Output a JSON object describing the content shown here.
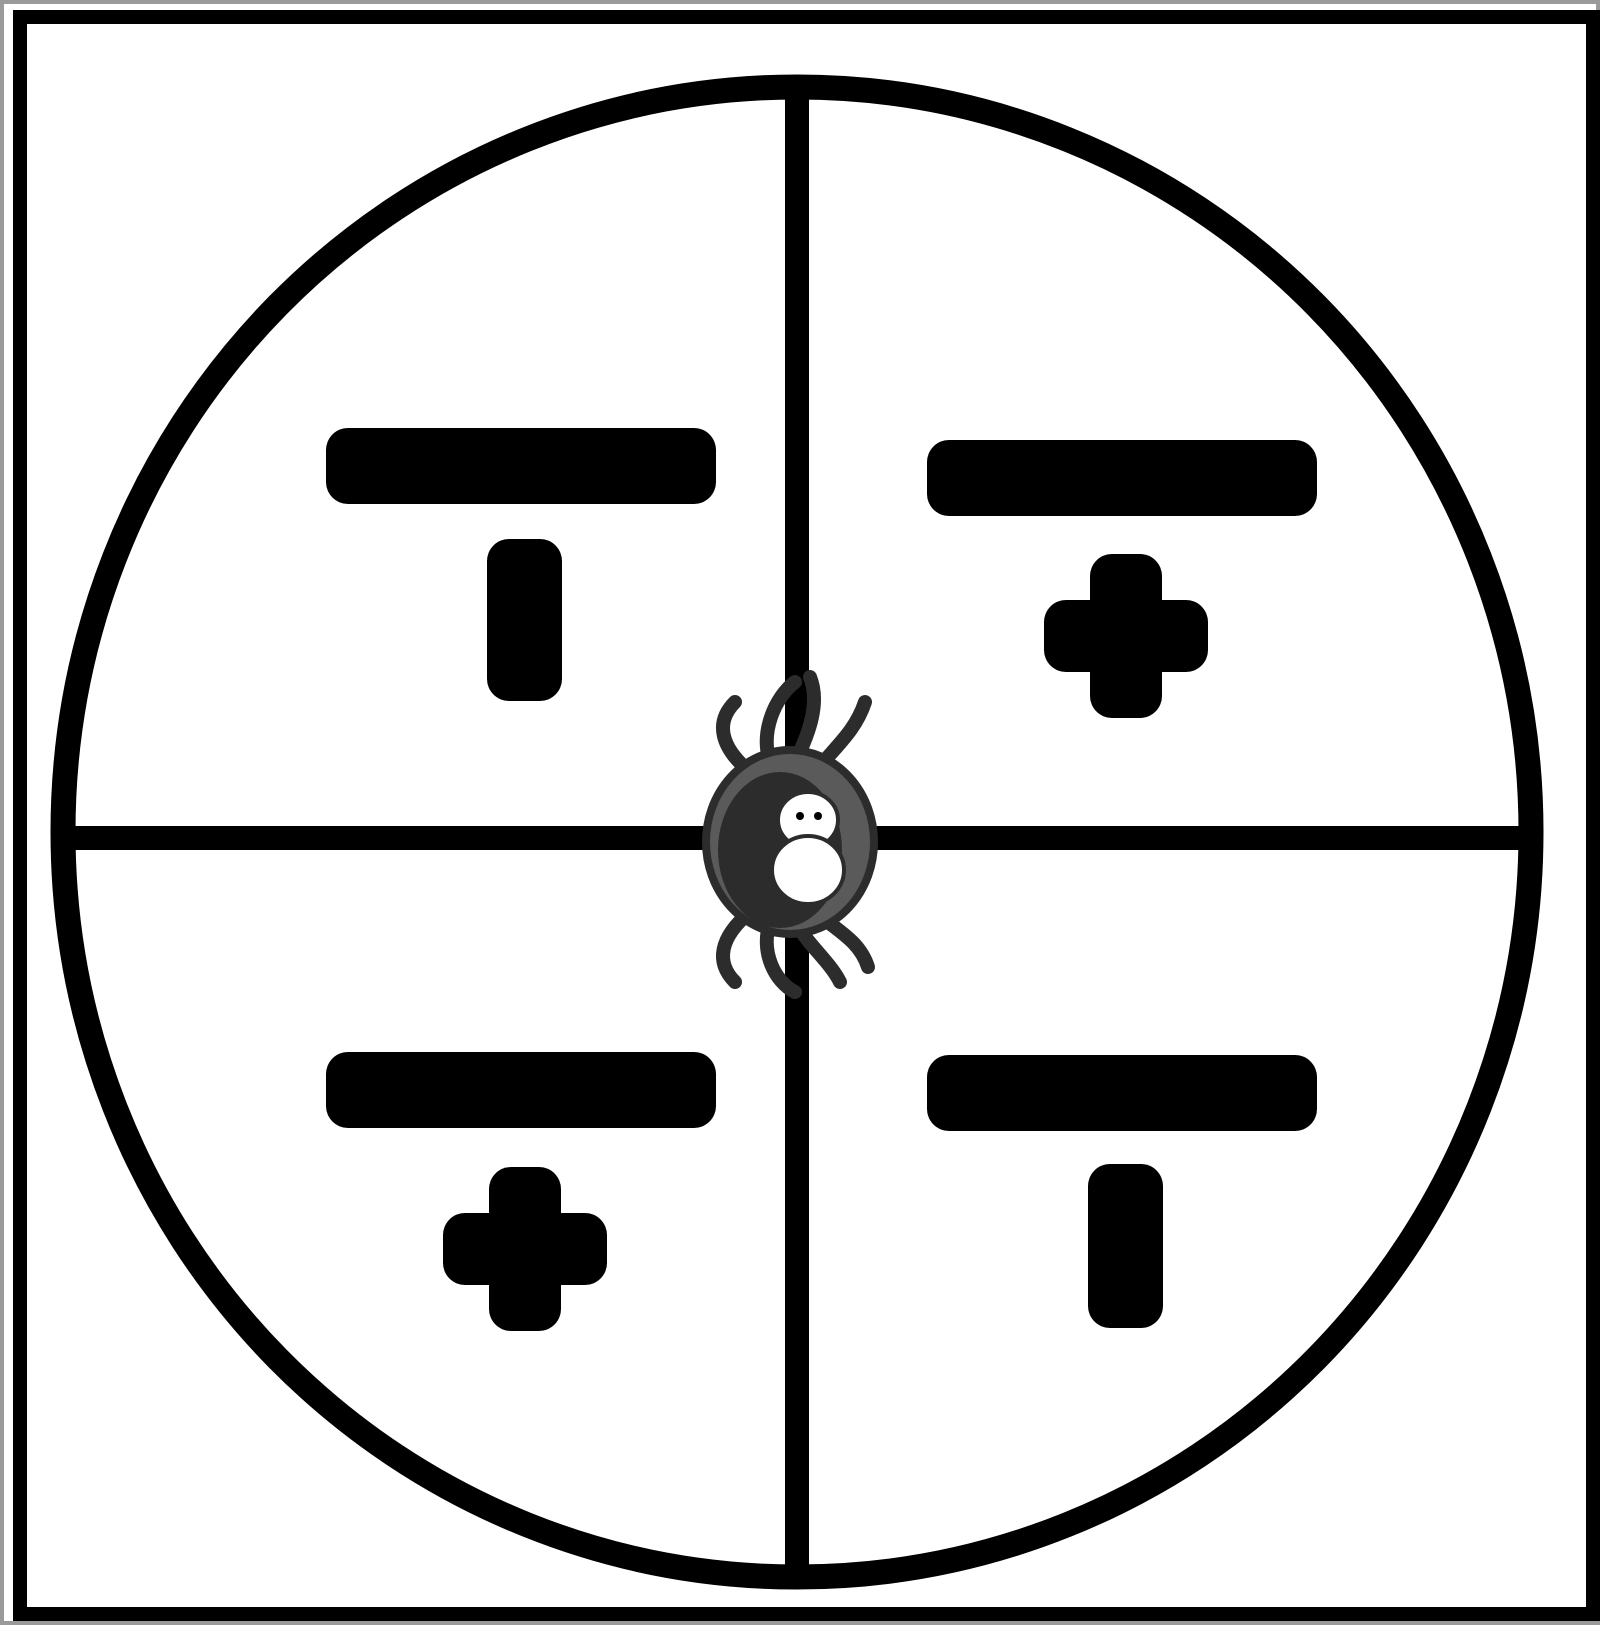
{
  "diagram": {
    "kind": "spinner",
    "colors": {
      "ink": "#000000",
      "paper": "#ffffff",
      "outer_frame": "#9a9a9a",
      "spider_body": "#5a5a5a",
      "spider_shadow": "#2c2c2c",
      "spider_face": "#ffffff"
    },
    "sections": [
      {
        "id": "top-left",
        "symbol": "minus-over-vertical-bar"
      },
      {
        "id": "top-right",
        "symbol": "minus-over-plus"
      },
      {
        "id": "bottom-left",
        "symbol": "minus-over-plus"
      },
      {
        "id": "bottom-right",
        "symbol": "minus-over-vertical-bar"
      }
    ],
    "center_icon": "spider-icon"
  }
}
